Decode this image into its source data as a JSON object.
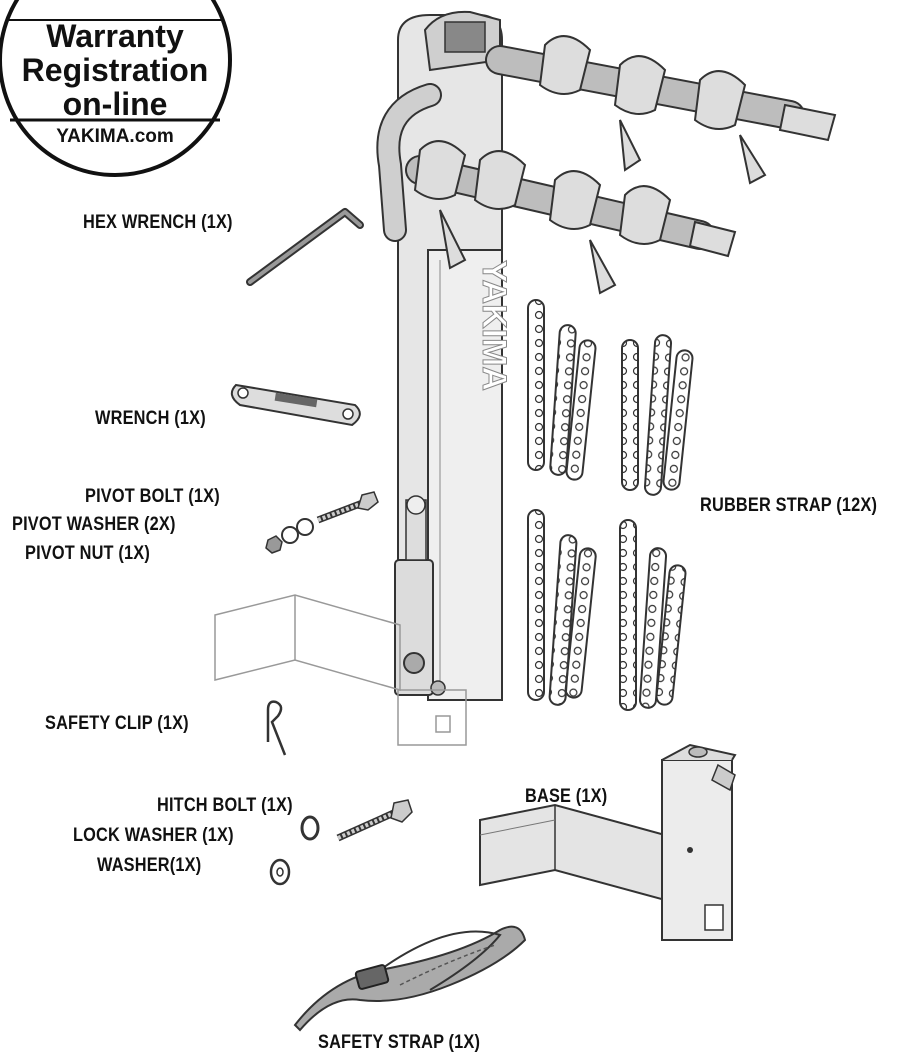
{
  "badge": {
    "line1": "Warranty",
    "line2": "Registration",
    "line3": "on-line",
    "site": "YAKIMA.com"
  },
  "brand_mark": "YAKIMA",
  "labels": {
    "hex_wrench": "HEX WRENCH (1X)",
    "wrench": "WRENCH (1X)",
    "pivot_bolt": "PIVOT BOLT (1X)",
    "pivot_washer": "PIVOT WASHER (2X)",
    "pivot_nut": "PIVOT NUT (1X)",
    "rubber_strap": "RUBBER STRAP (12X)",
    "safety_clip": "SAFETY CLIP (1X)",
    "hitch_bolt": "HITCH BOLT (1X)",
    "lock_washer": "LOCK WASHER (1X)",
    "washer": "WASHER(1X)",
    "base": "BASE (1X)",
    "safety_strap": "SAFETY STRAP  (1X)"
  }
}
